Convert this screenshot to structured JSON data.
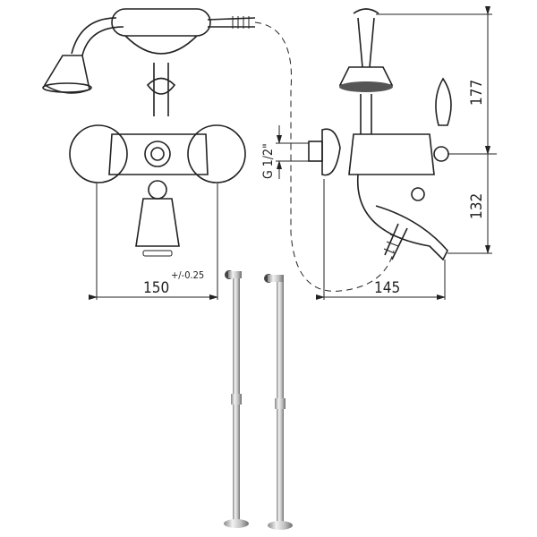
{
  "drawing": {
    "dimensions": {
      "width_front": "150",
      "tolerance": "+/-0.25",
      "depth_side": "145",
      "thread": "G 1/2\"",
      "height_upper": "177",
      "height_lower": "132"
    },
    "colors": {
      "line": "#222222",
      "pipe_light": "#e6e6e6",
      "pipe_dark": "#8a8a8a"
    }
  }
}
